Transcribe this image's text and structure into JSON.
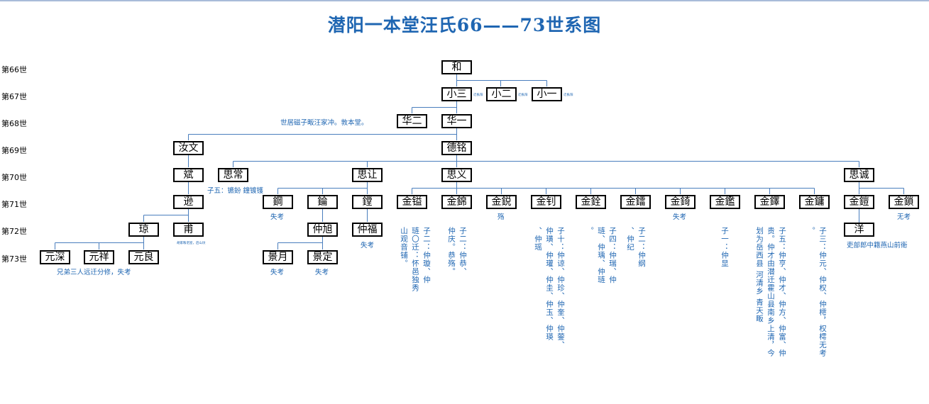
{
  "title": "潜阳一本堂汪氏66——73世系图",
  "generations": [
    "第66世",
    "第67世",
    "第68世",
    "第69世",
    "第70世",
    "第71世",
    "第72世",
    "第73世"
  ],
  "nodes": {
    "he": "和",
    "xiaosan": "小三",
    "xiaoer": "小二",
    "xiaoyi": "小一",
    "huaer": "华二",
    "huayi": "华一",
    "ruwen": "汝文",
    "deming": "德铭",
    "bin": "斌",
    "sichang": "思常",
    "sirang": "思让",
    "siyi": "思义",
    "sicheng": "思诚",
    "xun": "逊",
    "gang": "鋼",
    "lun": "錀",
    "tang": "鏜",
    "jinyi": "金镒",
    "jinjin": "金錦",
    "jinrui": "金鋭",
    "jinzhao": "金钊",
    "jinquan": "金銓",
    "jinlei": "金鐳",
    "jinqi": "金錡",
    "jinjian": "金鑑",
    "jinze": "金鐸",
    "jinyong": "金鏞",
    "jinkai": "金鎧",
    "jinsuo": "金鎖",
    "qiong": "琼",
    "fu": "甫",
    "zhongxu": "仲旭",
    "zhongfu": "仲福",
    "yang": "洋",
    "yuanshen": "元深",
    "yuanxiang": "元祥",
    "yuanliang": "元良",
    "jingyue": "景月",
    "jingding": "景定"
  },
  "notes": {
    "huaer_note": "世居磁子畈汪家冲。敦本堂。",
    "sichang_note": "子五：镳鈖 鐘镀镬",
    "yuan_note": "兄弟三人远迁分修，失考",
    "gang_note": "失考",
    "jingyue_note": "失考",
    "jingding_note": "失考",
    "zhongfu_note": "失考",
    "jinrui_note": "殇",
    "jinqi_note": "失考",
    "jinsuo_note": "无考",
    "yang_note": "吏部郎中籍燕山前衛",
    "tiny_xiaosan": "迁枞阳",
    "tiny_xiaoer": "迁枞阳",
    "tiny_xiaoyi": "迁枞阳",
    "tiny_fu": "胡家畈老屋，后山坟",
    "v_jinyi": "子二：仲璇、仲\n琏〇迁：怀邑独秀\n山观音铺。",
    "v_jinjin": "子二：仲恭、\n仲庆。恭殇。",
    "v_jinzhao": "子十：仲谅、仲珍、仲奎、仲蓥、\n仲璜、仲瓘、仲圭、仲玉、仲瑛\n、仲瑶",
    "v_jinquan": "子四：仲瑞、仲\n琏、仲瑀、仲琏\n。",
    "v_jinlei": "子二：仲纲\n、仲纪",
    "v_jinjian": "子一：仲显",
    "v_jinze": "子五：仲亨、仲才、仲方、仲富、仲\n贵。仲才由潜迁霍山县南乡上清，今\n划为岳西县 河清乡 青天畈",
    "v_jinyong": "子三：仲元、仲权、仲樗，权樗无考\n。"
  },
  "colors": {
    "accent": "#1f66b2",
    "line": "#4a7ebd"
  }
}
